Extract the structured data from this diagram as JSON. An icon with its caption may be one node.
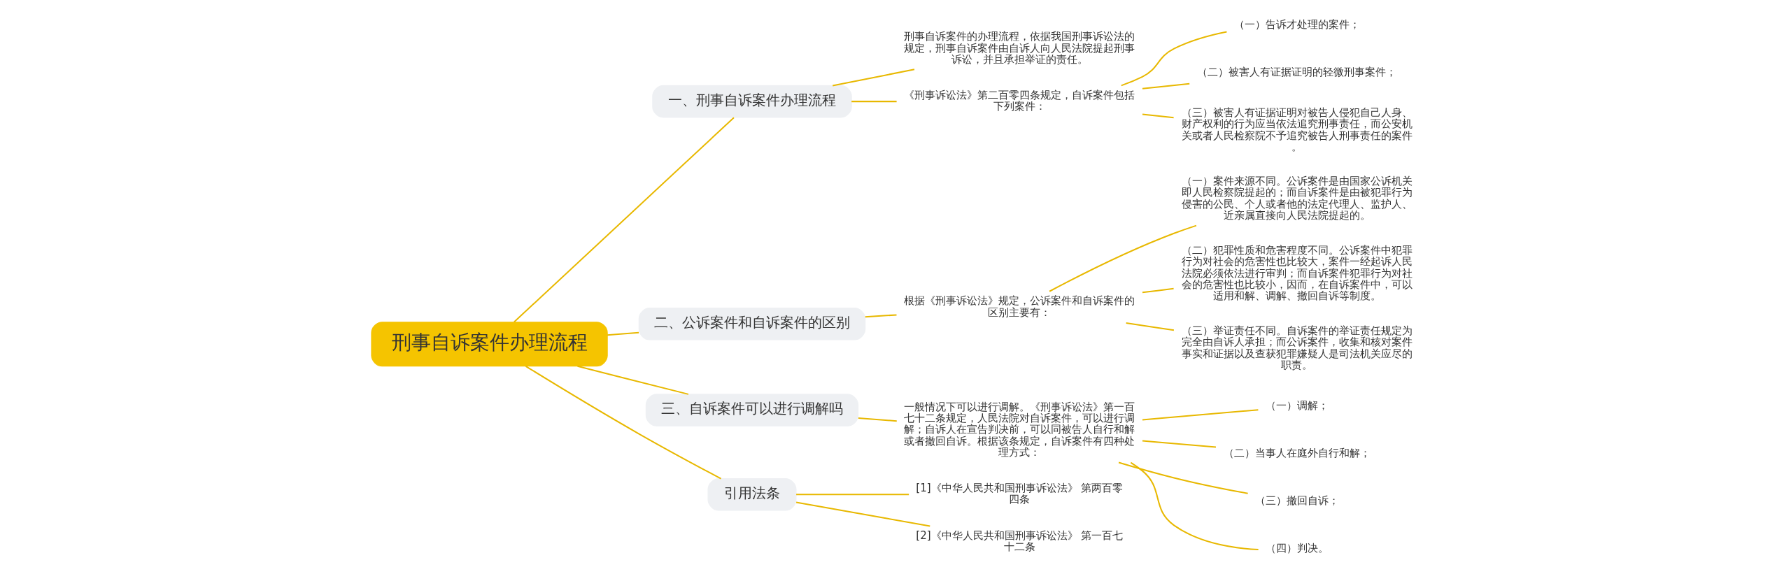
{
  "diagram": {
    "nodes": [
      {
        "text": [
          "刑事自诉案件办理流程"
        ]
      },
      {
        "text": [
          "一、刑事自诉案件办理流程"
        ]
      },
      {
        "text": [
          "刑事自诉案件的办理流程，依据我国刑事诉讼法的规定，刑事自诉案件由自诉人向人民法院提起刑事诉讼，并且承担举证的责任。"
        ]
      },
      {
        "text": [
          "《刑事诉讼法》第二百零四条规定，自诉案件包括下列案件："
        ]
      },
      {
        "text": [
          "（一）告诉才处理的案件；"
        ]
      },
      {
        "text": [
          "（二）被害人有证据证明的轻微刑事案件；"
        ]
      },
      {
        "text": [
          "（三）被害人有证据证明对被告人侵犯自己人身、财产权利的行为应当依法追究刑事责任，而公安机关或者人民检察院不予追究被告人刑事责任的案件。"
        ]
      },
      {
        "text": [
          "二、公诉案件和自诉案件的区别"
        ]
      },
      {
        "text": [
          "根据《刑事诉讼法》规定，公诉案件和自诉案件的区别主要有："
        ]
      },
      {
        "text": [
          "（一）案件来源不同。公诉案件是由国家公诉机关即人民检察院提起的；而自诉案件是由被犯罪行为侵害的公民、个人或者他的法定代理人、监护人、近亲属直接向人民法院提起的。"
        ]
      },
      {
        "text": [
          "（二）犯罪性质和危害程度不同。公诉案件中犯罪行为对社会的危害性也比较大，案件一经起诉人民法院必须依法进行审判；而自诉案件犯罪行为对社会的危害性也比较小，因而，在自诉案件中，可以适用和解、调解、撤回自诉等制度。"
        ]
      },
      {
        "text": [
          "（三）举证责任不同。自诉案件的举证责任规定为完全由自诉人承担；而公诉案件，收集和核对案件事实和证据以及查获犯罪嫌疑人是司法机关应尽的职责。"
        ]
      },
      {
        "text": [
          "三、自诉案件可以进行调解吗"
        ]
      },
      {
        "text": [
          "一般情况下可以进行调解。《刑事诉讼法》第一百七十二条规定，人民法院对自诉案件，可以进行调解；自诉人在宣告判决前，可以同被告人自行和解或者撤回自诉。根据该条规定，自诉案件有四种处理方式："
        ]
      },
      {
        "text": [
          "（一）调解；"
        ]
      },
      {
        "text": [
          "（二）当事人在庭外自行和解；"
        ]
      },
      {
        "text": [
          "（三）撤回自诉；"
        ]
      },
      {
        "text": [
          "（四）判决。"
        ]
      },
      {
        "text": [
          "引用法条"
        ]
      },
      {
        "text": [
          "[1]《中华人民共和国刑事诉讼法》 第两百零四条"
        ]
      },
      {
        "text": [
          "[2]《中华人民共和国刑事诉讼法》 第一百七十二条"
        ]
      }
    ],
    "edges": [
      {
        "from": 0,
        "to": 1,
        "arrow": "none"
      },
      {
        "from": 1,
        "to": 2,
        "arrow": "none"
      },
      {
        "from": 1,
        "to": 3,
        "arrow": "none"
      },
      {
        "from": 3,
        "to": 4,
        "arrow": "none"
      },
      {
        "from": 3,
        "to": 5,
        "arrow": "none"
      },
      {
        "from": 3,
        "to": 6,
        "arrow": "none"
      },
      {
        "from": 0,
        "to": 7,
        "arrow": "none"
      },
      {
        "from": 7,
        "to": 8,
        "arrow": "none"
      },
      {
        "from": 8,
        "to": 9,
        "arrow": "none"
      },
      {
        "from": 8,
        "to": 10,
        "arrow": "none"
      },
      {
        "from": 8,
        "to": 11,
        "arrow": "none"
      },
      {
        "from": 0,
        "to": 12,
        "arrow": "none"
      },
      {
        "from": 12,
        "to": 13,
        "arrow": "none"
      },
      {
        "from": 13,
        "to": 14,
        "arrow": "none"
      },
      {
        "from": 13,
        "to": 15,
        "arrow": "none"
      },
      {
        "from": 13,
        "to": 16,
        "arrow": "none"
      },
      {
        "from": 13,
        "to": 17,
        "arrow": "none"
      },
      {
        "from": 0,
        "to": 18,
        "arrow": "none"
      },
      {
        "from": 18,
        "to": 19,
        "arrow": "none"
      },
      {
        "from": 18,
        "to": 20,
        "arrow": "none"
      }
    ]
  }
}
